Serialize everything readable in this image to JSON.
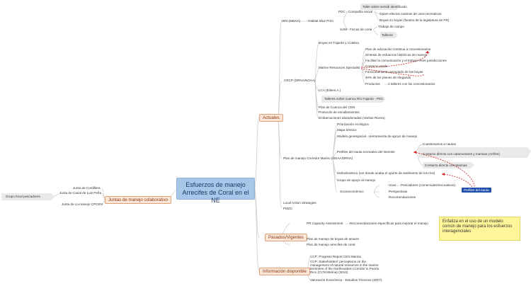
{
  "root": {
    "line1": "Esfuerzos de manejo",
    "line2": "Arrecifes de Coral en el NE"
  },
  "branches": {
    "actuales": "Actuales",
    "juntas": "Juntas de manejo colaborativo",
    "pasados": "Pasados/Vigentes",
    "info": "Información disponible"
  },
  "nodes": {
    "hfa": "HFA (NOAA)",
    "habitat": "Habitat Blue Print",
    "pdc_comp": "PDC - Compañía social",
    "taller_sens": "Taller sobre sensib identificado",
    "opam": "Opam-efectos marinos de usos recreativos",
    "boyas41": "Boyas 41 boyas (fondos de la legislatura de PR)",
    "sam": "SAM - Fincas de coral",
    "trabajo": "Trabajo de campo",
    "talleres": "Talleres",
    "boyas_fajardo": "Boyas en Fajardo y Culebra",
    "plan_edu": "Plan de educación continua a concesionarios",
    "sintesis": "Síntesis de esfuerzos históricos de manejo",
    "facilitar": "Facilitar la comunicación y el trabajo entre jurisdicciones",
    "mrs": "Marine Resources Specialist",
    "contacto_verde": "Contacto Verde",
    "funcionamiento": "Funcionamiento apropiado de las boyas",
    "cien": "40% de los planes de Alegando",
    "productos": "Productos",
    "dos_talleres": "2 talleres con los concesionarios",
    "crcp": "CRCP (DRNA/NOAA)",
    "lca": "LCA (Eileen A.)",
    "talleres_rio": "Talleres sobre cuenca Río Fajardo - PDC",
    "plan_cuenca": "Plan de Cuenca del CEN",
    "protocolo": "Protocolo de encallamientos",
    "embarcaciones": "Embarcaciones abandonadas (Varitas Rivera)",
    "priorizacion": "Priorización ecológica",
    "mapa": "Mapa béntico",
    "modelo": "Modelo geoespacial",
    "herramienta": "Herramienta de apoyo de manejo",
    "cuestionarios": "Cuestionarios a nautas",
    "perfiles": "Perfiles del nauta recreativo del Noreste",
    "contacto_direct": "Contacto directo con catamoranes y marinas (Arrifes)",
    "contacto_marinas": "Contacto directo con Marinas",
    "plan_corredor": "Plan de manejo Corredor Marino (NOAA/DRNA)",
    "hidro": "Hidrodinámico (ver donde acaba el aporte de sedimento de los ríos)",
    "grupo_apoyo": "Grupo de apoyo al manejo",
    "usos": "Usos",
    "pescadores": "Pescadores (comerciales/recreativos)",
    "socioeco": "Socioeconómico",
    "perspectivas": "Perspectivas",
    "recomendaciones": "Recomendaciones",
    "lass": "Local Action Strategies",
    "pmzc": "PMZC",
    "perfiles_nauta": "Perfiles del nauta",
    "junta_cordillera": "Junta de Cordillera",
    "junta_canal": "Junta de Canal de Luis Peña",
    "junta_co": "Junta de co-manejo CPCEN",
    "grupo_focal": "Grupo focal pescadores",
    "pr_capacity": "PR Capacity Assessment",
    "recom_esp": "Recomendaciones específicas para mejorar el manejo",
    "plan_boyas": "Plan de manejo de boyas de amarre",
    "plan_arrecifes": "Plan de manejo arrecifes de coral",
    "ccp": "CCP: Progress Report CEN Marina",
    "ccp2": "CCP: Stakeholders' perceptions on the management of natural resources in the marine territories of the Northeastern Corridor in Puerto Rico (CCN Marina) (2014)",
    "valoracion": "Valoración Económica - Estudios Técnicos (2007)"
  },
  "note": "Enfatiza en el uso de un modelo común de manejo para los esfuerzos interagenciales"
}
